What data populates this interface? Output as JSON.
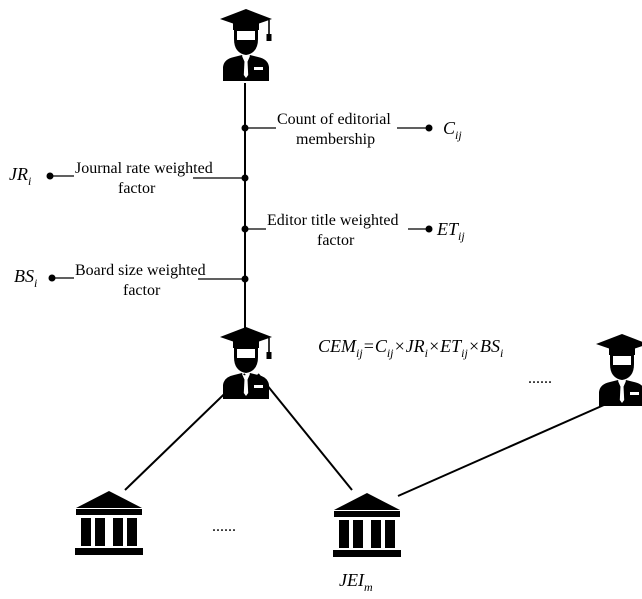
{
  "colors": {
    "ink": "#000000",
    "background": "#ffffff"
  },
  "icons": {
    "person": "graduate-person-icon",
    "institution": "institution-building-icon"
  },
  "factors": {
    "count": {
      "line1": "Count of editorial",
      "line2": "membership",
      "symbol": "C",
      "sub": "ij"
    },
    "journal_rate": {
      "line1": "Journal rate weighted",
      "line2": "factor",
      "symbol": "JR",
      "sub": "i"
    },
    "editor_title": {
      "line1": "Editor title weighted",
      "line2": "factor",
      "symbol": "ET",
      "sub": "ij"
    },
    "board_size": {
      "line1": "Board size weighted",
      "line2": "factor",
      "symbol": "BS",
      "sub": "i"
    }
  },
  "formula": {
    "lhs": "CEM",
    "lhs_sub": "ij",
    "eq": "=",
    "t1": "C",
    "t1_sub": "ij",
    "times": "×",
    "t2": "JR",
    "t2_sub": "i",
    "t3": "ET",
    "t3_sub": "ij",
    "t4": "BS",
    "t4_sub": "i"
  },
  "ellipsis_people": "......",
  "ellipsis_institutions": "......",
  "institution_label": {
    "symbol": "JEI",
    "sub": "m"
  }
}
